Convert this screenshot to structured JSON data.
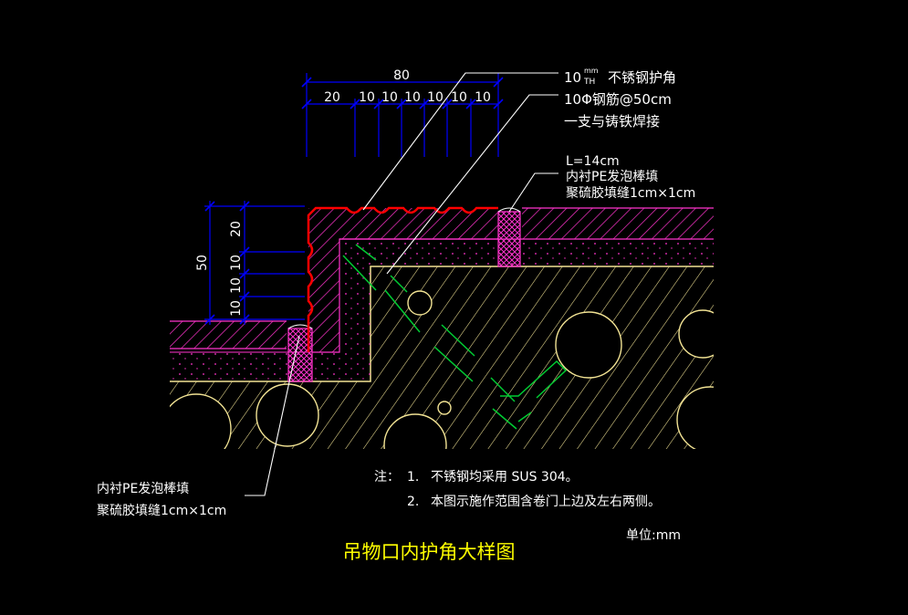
{
  "dimensions": {
    "top_total": "80",
    "top_segments": [
      "20",
      "10",
      "10",
      "10",
      "10",
      "10",
      "10"
    ],
    "left_total": "50",
    "left_segments": [
      "20",
      "10",
      "10",
      "10"
    ]
  },
  "callouts": {
    "corner_guard": {
      "size_num": "10",
      "size_unit_top": "mm",
      "size_unit_bottom": "TH",
      "text": "不锈钢护角"
    },
    "rebar_line1": "10Φ钢筋@50cm",
    "rebar_line2": "一支与铸铁焊接",
    "length": "L=14cm",
    "filler_right_line1": "内衬PE发泡棒填",
    "filler_right_line2": "聚硫胶填缝1cm×1cm",
    "filler_left_line1": "内衬PE发泡棒填",
    "filler_left_line2": "聚硫胶填缝1cm×1cm"
  },
  "notes": {
    "prefix": "注：",
    "item1_num": "1.",
    "item1_text": "不锈钢均采用 SUS 304。",
    "item2_num": "2.",
    "item2_text": "本图示施作范围含卷门上边及左右两侧。",
    "unit": "单位:mm"
  },
  "title": "吊物口内护角大样图",
  "colors": {
    "background": "#000000",
    "dimension_line": "#0000ff",
    "guard_outline": "#ff0000",
    "hatch_magenta": "#ff33cc",
    "concrete_yellow": "#f2e394",
    "rebar_green": "#00cc33",
    "title": "#ffff00",
    "text": "#ffffff"
  }
}
